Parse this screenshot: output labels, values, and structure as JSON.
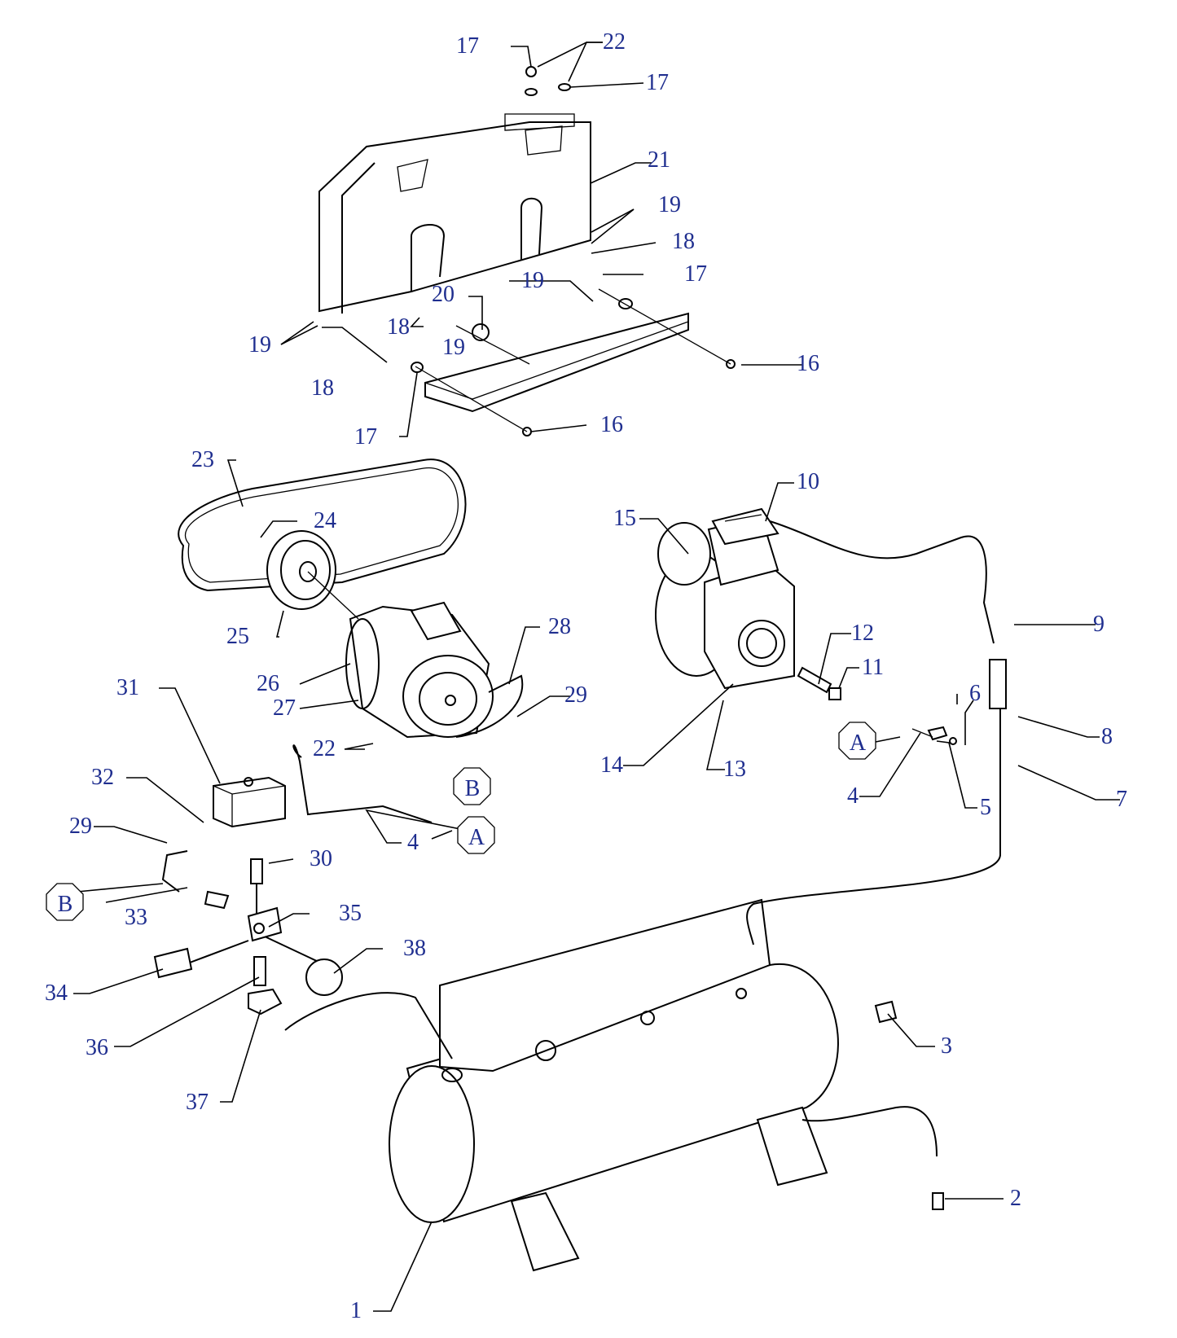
{
  "diagram": {
    "callouts": [
      "1",
      "2",
      "3",
      "4",
      "5",
      "6",
      "7",
      "8",
      "9",
      "10",
      "11",
      "12",
      "13",
      "14",
      "15",
      "16",
      "17",
      "18",
      "19",
      "20",
      "21",
      "22",
      "23",
      "24",
      "25",
      "26",
      "27",
      "28",
      "29",
      "30",
      "31",
      "32",
      "33",
      "34",
      "35",
      "36",
      "37",
      "38"
    ],
    "refs": [
      "A",
      "B"
    ],
    "colors": {
      "callout": "#1f2e8f",
      "line": "#000000",
      "background": "#ffffff"
    }
  }
}
